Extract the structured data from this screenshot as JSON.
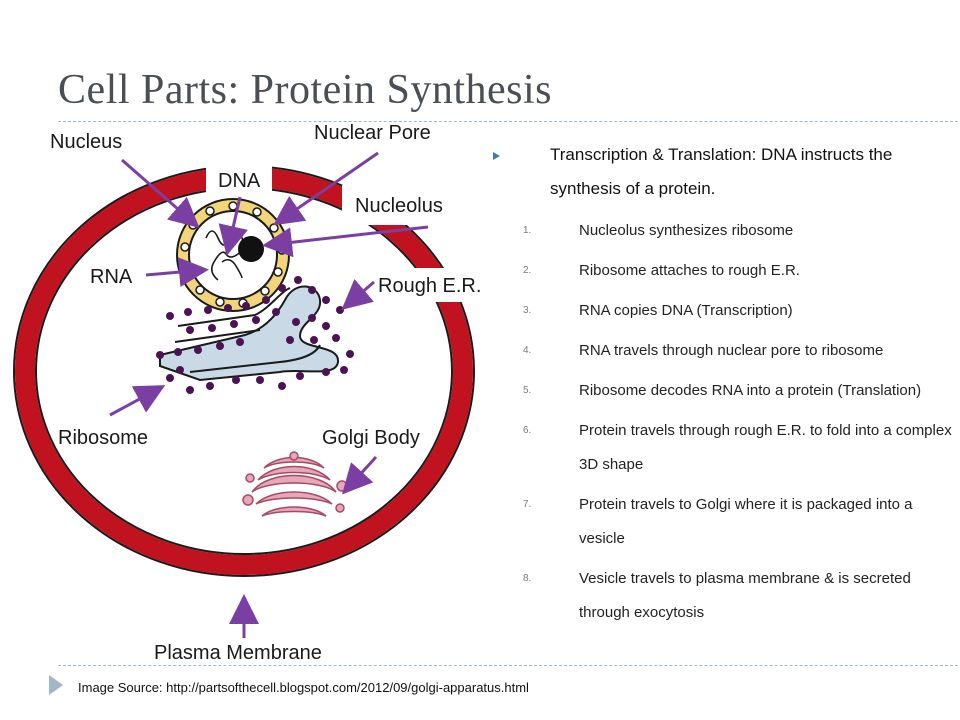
{
  "slide": {
    "title": "Cell Parts: Protein Synthesis"
  },
  "diagram": {
    "labels": {
      "nucleus": "Nucleus",
      "nuclear_pore": "Nuclear Pore",
      "dna": "DNA",
      "nucleolus": "Nucleolus",
      "rna": "RNA",
      "rough_er": "Rough E.R.",
      "ribosome": "Ribosome",
      "golgi_body": "Golgi Body",
      "plasma_membrane": "Plasma Membrane"
    },
    "colors": {
      "membrane": "#c1121f",
      "arrow": "#7b3fa3",
      "nuclear_envelope": "#f2d57a",
      "er": "#c9d9e6",
      "ribosome": "#4a1452",
      "golgi": "#d98ca0"
    }
  },
  "content": {
    "intro": "Transcription & Translation: DNA instructs the synthesis of a protein.",
    "steps": [
      {
        "num": "1.",
        "text": "Nucleolus synthesizes ribosome"
      },
      {
        "num": "2.",
        "text": "Ribosome attaches to rough E.R."
      },
      {
        "num": "3.",
        "text": "RNA copies DNA (Transcription)"
      },
      {
        "num": "4.",
        "text": "RNA travels through nuclear pore to ribosome"
      },
      {
        "num": "5.",
        "text": "Ribosome decodes RNA into a protein (Translation)"
      },
      {
        "num": "6.",
        "text": "Protein travels through rough E.R. to fold into a complex 3D shape"
      },
      {
        "num": "7.",
        "text": "Protein travels to Golgi where it is packaged into a vesicle"
      },
      {
        "num": "8.",
        "text": "Vesicle travels to plasma membrane & is secreted through exocytosis"
      }
    ]
  },
  "footer": {
    "source": "Image Source: http://partsofthecell.blogspot.com/2012/09/golgi-apparatus.html"
  }
}
